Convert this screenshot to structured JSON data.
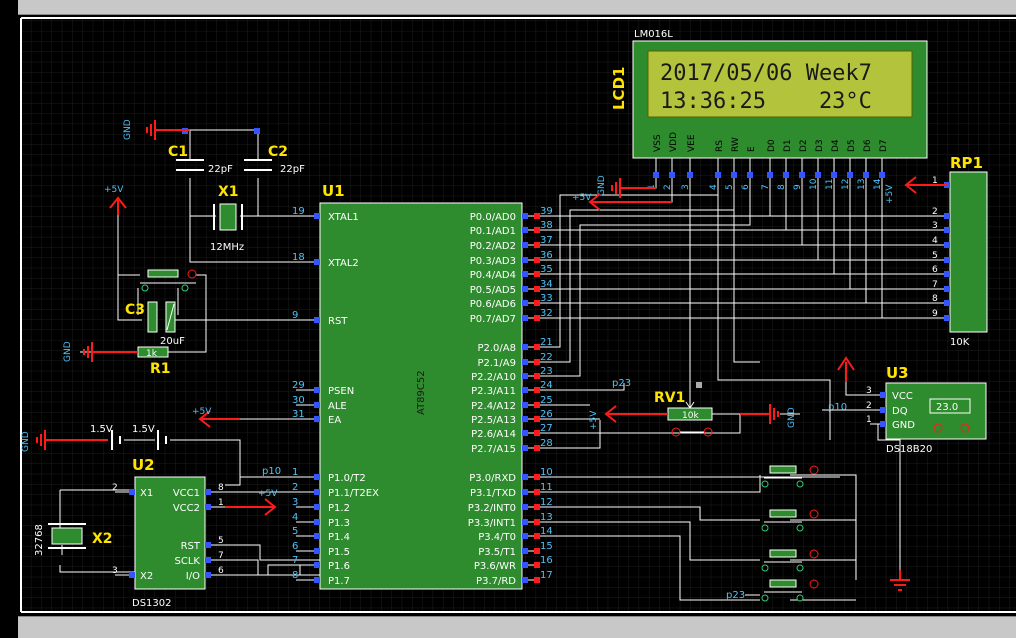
{
  "colors": {
    "background": "#000000",
    "grid": "#1c1c1c",
    "wire": "#ffffff",
    "component_body": "#2e8b2e",
    "component_outline": "#ffffff",
    "ref_label": "#ffe400",
    "pin_label": "#ffffff",
    "pin_number": "#4fc3f7",
    "pin_marker": "#3355ff",
    "power_symbol": "#ff1a1a",
    "lcd_screen": "#b3c43c",
    "lcd_text": "#1a1a1a",
    "small_text": "#ffffff"
  },
  "lcd": {
    "ref": "LCD1",
    "part": "LM016L",
    "line1": "2017/05/06 Week7",
    "line2": "13:36:25    23°C",
    "pins": [
      "VSS",
      "VDD",
      "VEE",
      "RS",
      "RW",
      "E",
      "D0",
      "D1",
      "D2",
      "D3",
      "D4",
      "D5",
      "D6",
      "D7"
    ],
    "pin_numbers": [
      "1",
      "2",
      "3",
      "4",
      "5",
      "6",
      "7",
      "8",
      "9",
      "10",
      "11",
      "12",
      "13",
      "14"
    ]
  },
  "mcu": {
    "ref": "U1",
    "part": "AT89C52",
    "left_pins": [
      {
        "num": "19",
        "name": "XTAL1"
      },
      {
        "num": "18",
        "name": "XTAL2"
      },
      {
        "num": "9",
        "name": "RST"
      },
      {
        "num": "29",
        "name": "PSEN"
      },
      {
        "num": "30",
        "name": "ALE"
      },
      {
        "num": "31",
        "name": "EA"
      },
      {
        "num": "1",
        "name": "P1.0/T2"
      },
      {
        "num": "2",
        "name": "P1.1/T2EX"
      },
      {
        "num": "3",
        "name": "P1.2"
      },
      {
        "num": "4",
        "name": "P1.3"
      },
      {
        "num": "5",
        "name": "P1.4"
      },
      {
        "num": "6",
        "name": "P1.5"
      },
      {
        "num": "7",
        "name": "P1.6"
      },
      {
        "num": "8",
        "name": "P1.7"
      }
    ],
    "right_pins": [
      {
        "num": "39",
        "name": "P0.0/AD0"
      },
      {
        "num": "38",
        "name": "P0.1/AD1"
      },
      {
        "num": "37",
        "name": "P0.2/AD2"
      },
      {
        "num": "36",
        "name": "P0.3/AD3"
      },
      {
        "num": "35",
        "name": "P0.4/AD4"
      },
      {
        "num": "34",
        "name": "P0.5/AD5"
      },
      {
        "num": "33",
        "name": "P0.6/AD6"
      },
      {
        "num": "32",
        "name": "P0.7/AD7"
      },
      {
        "num": "21",
        "name": "P2.0/A8"
      },
      {
        "num": "22",
        "name": "P2.1/A9"
      },
      {
        "num": "23",
        "name": "P2.2/A10"
      },
      {
        "num": "24",
        "name": "P2.3/A11"
      },
      {
        "num": "25",
        "name": "P2.4/A12"
      },
      {
        "num": "26",
        "name": "P2.5/A13"
      },
      {
        "num": "27",
        "name": "P2.6/A14"
      },
      {
        "num": "28",
        "name": "P2.7/A15"
      },
      {
        "num": "10",
        "name": "P3.0/RXD"
      },
      {
        "num": "11",
        "name": "P3.1/TXD"
      },
      {
        "num": "12",
        "name": "P3.2/INT0"
      },
      {
        "num": "13",
        "name": "P3.3/INT1"
      },
      {
        "num": "14",
        "name": "P3.4/T0"
      },
      {
        "num": "15",
        "name": "P3.5/T1"
      },
      {
        "num": "16",
        "name": "P3.6/WR"
      },
      {
        "num": "17",
        "name": "P3.7/RD"
      }
    ]
  },
  "rtc": {
    "ref": "U2",
    "part": "DS1302",
    "left_pins": [
      {
        "num": "2",
        "name": "X1"
      },
      {
        "num": "3",
        "name": "X2"
      }
    ],
    "right_pins": [
      {
        "num": "8",
        "name": "VCC1"
      },
      {
        "num": "1",
        "name": "VCC2"
      },
      {
        "num": "5",
        "name": "RST"
      },
      {
        "num": "7",
        "name": "SCLK"
      },
      {
        "num": "6",
        "name": "I/O"
      }
    ]
  },
  "sensor": {
    "ref": "U3",
    "part": "DS18B20",
    "pins": [
      {
        "num": "3",
        "name": "VCC"
      },
      {
        "num": "2",
        "name": "DQ"
      },
      {
        "num": "1",
        "name": "GND"
      }
    ],
    "reading": "23.0"
  },
  "respack": {
    "ref": "RP1",
    "value": "10K",
    "pins": [
      "1",
      "2",
      "3",
      "4",
      "5",
      "6",
      "7",
      "8",
      "9"
    ]
  },
  "components": {
    "c1": {
      "ref": "C1",
      "value": "22pF"
    },
    "c2": {
      "ref": "C2",
      "value": "22pF"
    },
    "x1": {
      "ref": "X1",
      "value": "12MHz"
    },
    "c3": {
      "ref": "C3",
      "value": "20uF"
    },
    "r1": {
      "ref": "R1",
      "value": "1k"
    },
    "rv1": {
      "ref": "RV1",
      "value": "10k"
    },
    "x2": {
      "ref": "X2",
      "value": "32768"
    },
    "batt1": "1.5V",
    "batt2": "1.5V"
  },
  "nets": {
    "gnd": "GND",
    "vcc": "+5V",
    "p10": "p10",
    "p23": "p23"
  }
}
